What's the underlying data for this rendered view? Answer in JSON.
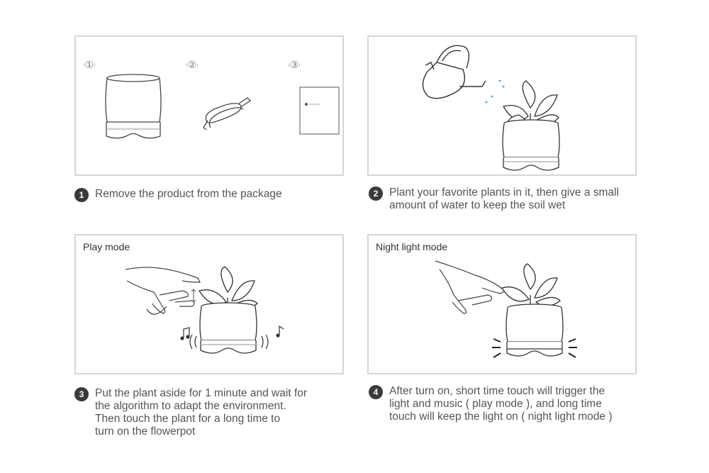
{
  "panels": [
    {
      "label": "",
      "items": [
        "①",
        "②",
        "③"
      ]
    },
    {
      "label": ""
    },
    {
      "label": "Play mode"
    },
    {
      "label": "Night light mode"
    }
  ],
  "steps": [
    {
      "number": "1",
      "text": "Remove the product from the package"
    },
    {
      "number": "2",
      "text": "Plant your favorite plants in it, then give a small\namount of water to keep the soil wet"
    },
    {
      "number": "3",
      "text": "Put the plant aside for 1 minute and wait for\nthe algorithm to adapt the environment.\nThen touch the plant for a long time to\nturn on the flowerpot"
    },
    {
      "number": "4",
      "text": "After turn on, short time touch will trigger the\nlight and music ( play mode ), and long time\ntouch will keep the light on ( night light mode )"
    }
  ],
  "icons": {
    "panel1": [
      "flowerpot-icon",
      "usb-cable-icon",
      "manual-booklet-icon"
    ],
    "panel2": [
      "watering-can-icon",
      "potted-plant-icon"
    ],
    "panel3": [
      "hand-touch-icon",
      "potted-plant-icon",
      "music-note-icon"
    ],
    "panel4": [
      "hand-touch-icon",
      "potted-plant-glow-icon"
    ]
  },
  "colors": {
    "border": "#d6d6d6",
    "badge": "#3a3a3a",
    "text": "#555555",
    "line_art": "#333333"
  }
}
